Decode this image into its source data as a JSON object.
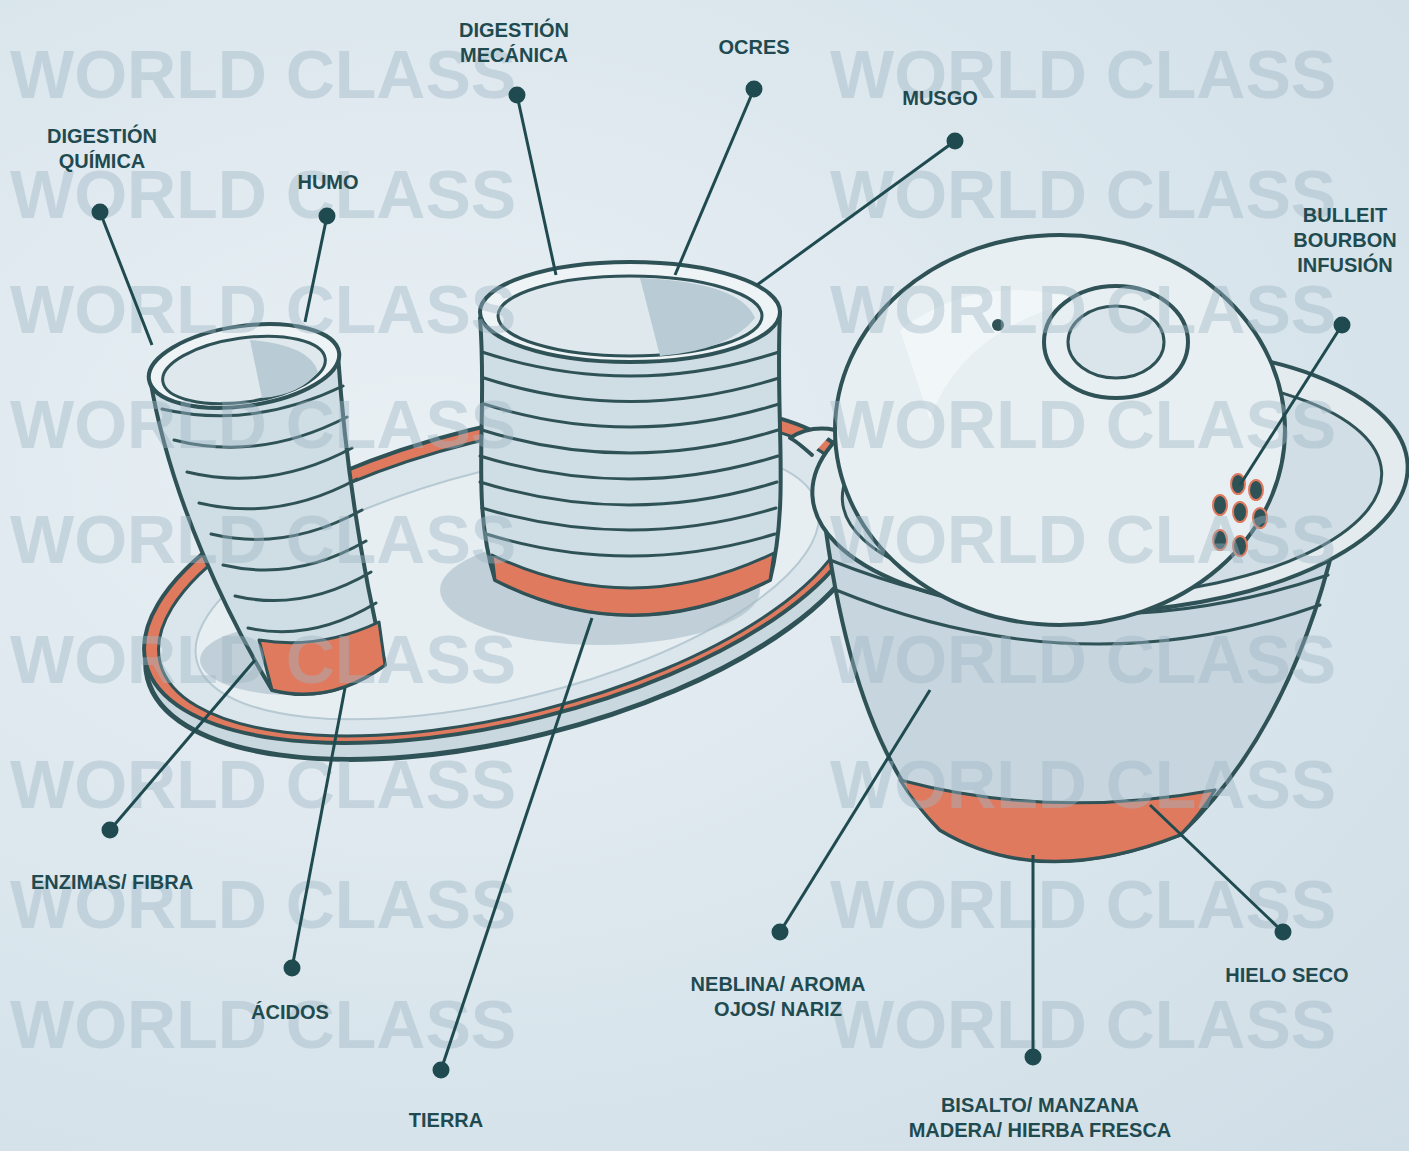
{
  "diagram": {
    "labels": [
      "DIGESTIÓN MECÁNICA",
      "OCRES",
      "MUSGO",
      "DIGESTIÓN QUÍMICA",
      "HUMO",
      "BULLEIT BOURBON INFUSIÓN",
      "ENZIMAS/ FIBRA",
      "NEBLINA/ AROMA OJOS/ NARIZ",
      "HIELO SECO",
      "ÁCIDOS",
      "BISALTO/ MANZANA MADERA/ HIERBA FRESCA",
      "TIERRA",
      "WORLD CLASS",
      "WORLD CLASS",
      "WORLD CLASS",
      "WORLD CLASS",
      "WORLD CLASS",
      "WORLD CLASS",
      "WORLD CLASS",
      "WORLD CLASS",
      "WORLD CLASS",
      "WORLD CLASS",
      "WORLD CLASS",
      "WORLD CLASS",
      "WORLD CLASS",
      "WORLD CLASS",
      "WORLD CLASS",
      "WORLD CLASS",
      "WORLD CLASS",
      "WORLD CLASS"
    ]
  }
}
